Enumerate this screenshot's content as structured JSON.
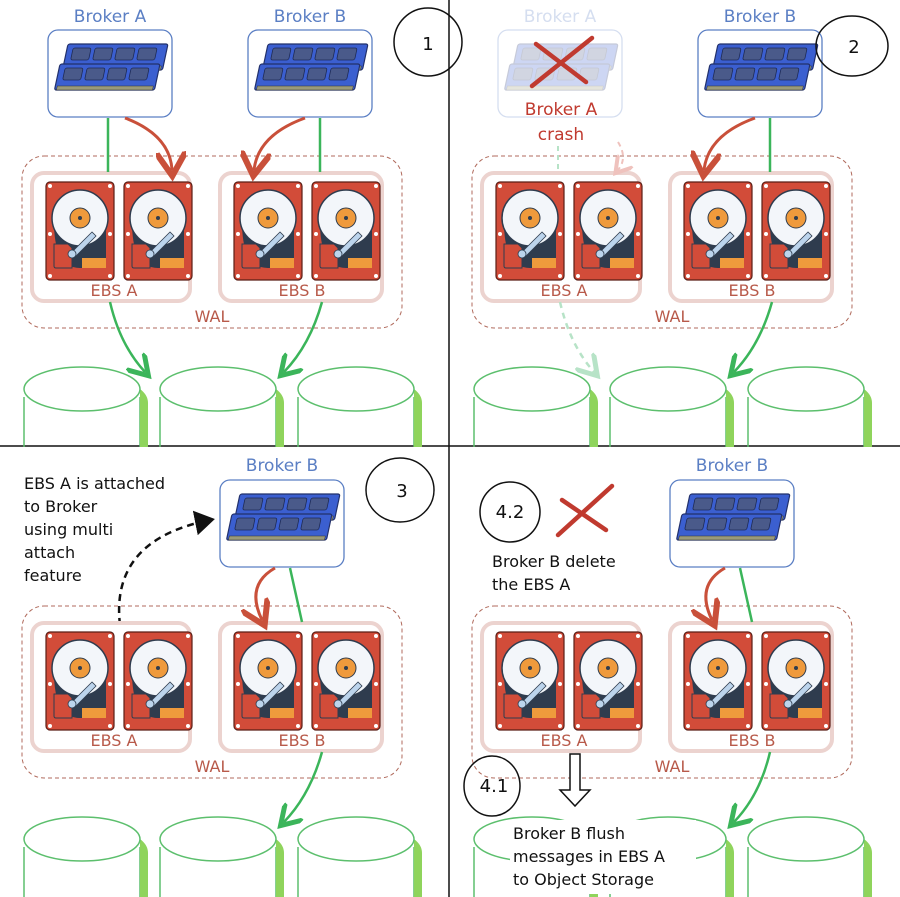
{
  "colors": {
    "broker_blue": "#5b7fc4",
    "ram_blue": "#3b5fd0",
    "disk_red": "#d24c39",
    "disk_orange": "#ef9a3c",
    "disk_dark": "#2f3c4e",
    "ebs_pink": "#ecd3cf",
    "wal_dashed": "#b06a5c",
    "arrow_red": "#c9503a",
    "arrow_green": "#3bb55a",
    "cyl_green": "#5cbf6d",
    "cyl_shade": "#8fd45c",
    "crash_red": "#c03a2f"
  },
  "panels": [
    {
      "step": "1",
      "brokers": [
        {
          "label": "Broker A",
          "state": "active"
        },
        {
          "label": "Broker B",
          "state": "active"
        }
      ],
      "ebs": [
        "EBS A",
        "EBS B"
      ],
      "wal": "WAL",
      "notes": []
    },
    {
      "step": "2",
      "brokers": [
        {
          "label": "Broker A",
          "state": "crashed"
        },
        {
          "label": "Broker B",
          "state": "active"
        }
      ],
      "crash_label_1": "Broker A",
      "crash_label_2": "crash",
      "ebs": [
        "EBS A",
        "EBS B"
      ],
      "wal": "WAL",
      "notes": []
    },
    {
      "step": "3",
      "brokers": [
        {
          "label": "Broker B",
          "state": "active"
        }
      ],
      "ebs": [
        "EBS A",
        "EBS B"
      ],
      "wal": "WAL",
      "notes": [
        "EBS A is attached",
        "to Broker",
        "using multi",
        "attach",
        "feature"
      ]
    },
    {
      "step": "4.2",
      "step_secondary": "4.1",
      "brokers": [
        {
          "label": "Broker B",
          "state": "active"
        }
      ],
      "ebs": [
        "EBS A",
        "EBS B"
      ],
      "wal": "WAL",
      "notes_delete": [
        "Broker B delete",
        "the EBS A"
      ],
      "notes_flush": [
        "Broker B flush",
        "messages in EBS A",
        "to Object Storage"
      ]
    }
  ]
}
